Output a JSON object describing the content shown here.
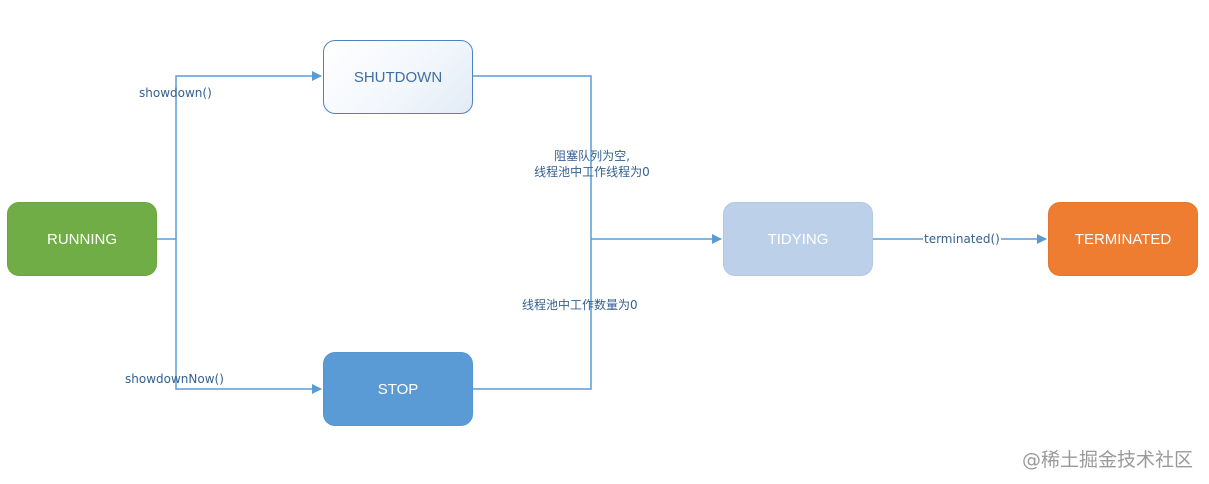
{
  "nodes": {
    "running": "RUNNING",
    "shutdown": "SHUTDOWN",
    "stop": "STOP",
    "tidying": "TIDYING",
    "terminated": "TERMINATED"
  },
  "edges": {
    "showdown": "showdown()",
    "showdownNow": "showdownNow()",
    "queue_empty_line1": "阻塞队列为空,",
    "queue_empty_line2": "线程池中工作线程为0",
    "worker_count_zero": "线程池中工作数量为0",
    "terminated": "terminated()"
  },
  "watermark": "@稀土掘金技术社区",
  "colors": {
    "running": "#71ad47",
    "shutdown_border": "#4e83c1",
    "stop": "#5b9bd5",
    "tidying": "#bdd0ea",
    "terminated": "#ee7d31",
    "connector": "#5b9bd5",
    "label_text": "#35618f"
  }
}
